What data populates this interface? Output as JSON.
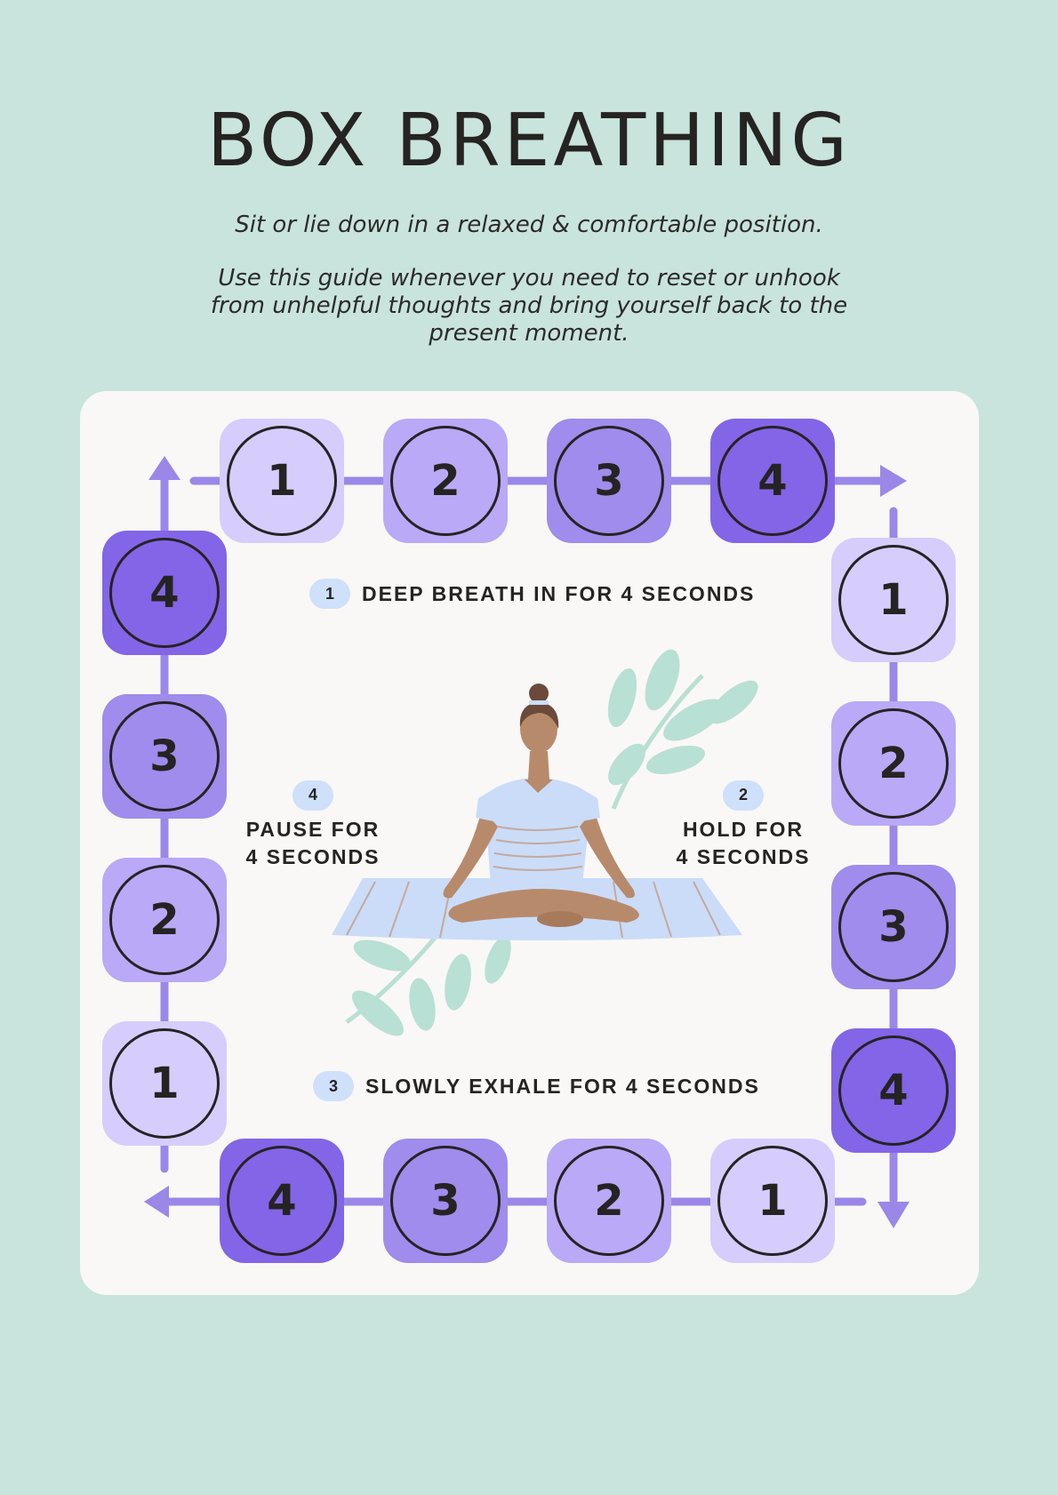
{
  "title": "BOX BREATHING",
  "subtitle": "Sit or lie down in a relaxed & comfortable position.",
  "description": "Use this guide whenever you need to reset or unhook from unhelpful thoughts and bring yourself back to the present moment.",
  "colors": {
    "background": "#c8e4dc",
    "card": "#f9f8f6",
    "step1": "#d6cdfc",
    "step2": "#b9a9f7",
    "step3": "#9f8cec",
    "step4": "#8365e7",
    "track": "#9b87e8",
    "badge": "#cfe0fb"
  },
  "top_row": [
    "1",
    "2",
    "3",
    "4"
  ],
  "right_col": [
    "1",
    "2",
    "3",
    "4"
  ],
  "bottom_row": [
    "4",
    "3",
    "2",
    "1"
  ],
  "left_col": [
    "4",
    "3",
    "2",
    "1"
  ],
  "steps": {
    "inhale": {
      "number": "1",
      "text": "DEEP BREATH IN FOR 4 SECONDS"
    },
    "hold": {
      "number": "2",
      "text": "HOLD FOR\n4 SECONDS"
    },
    "exhale": {
      "number": "3",
      "text": "SLOWLY EXHALE FOR 4 SECONDS"
    },
    "pause": {
      "number": "4",
      "text": "PAUSE FOR\n4 SECONDS"
    }
  },
  "illustration": "person-meditating-on-mat-with-leaves"
}
